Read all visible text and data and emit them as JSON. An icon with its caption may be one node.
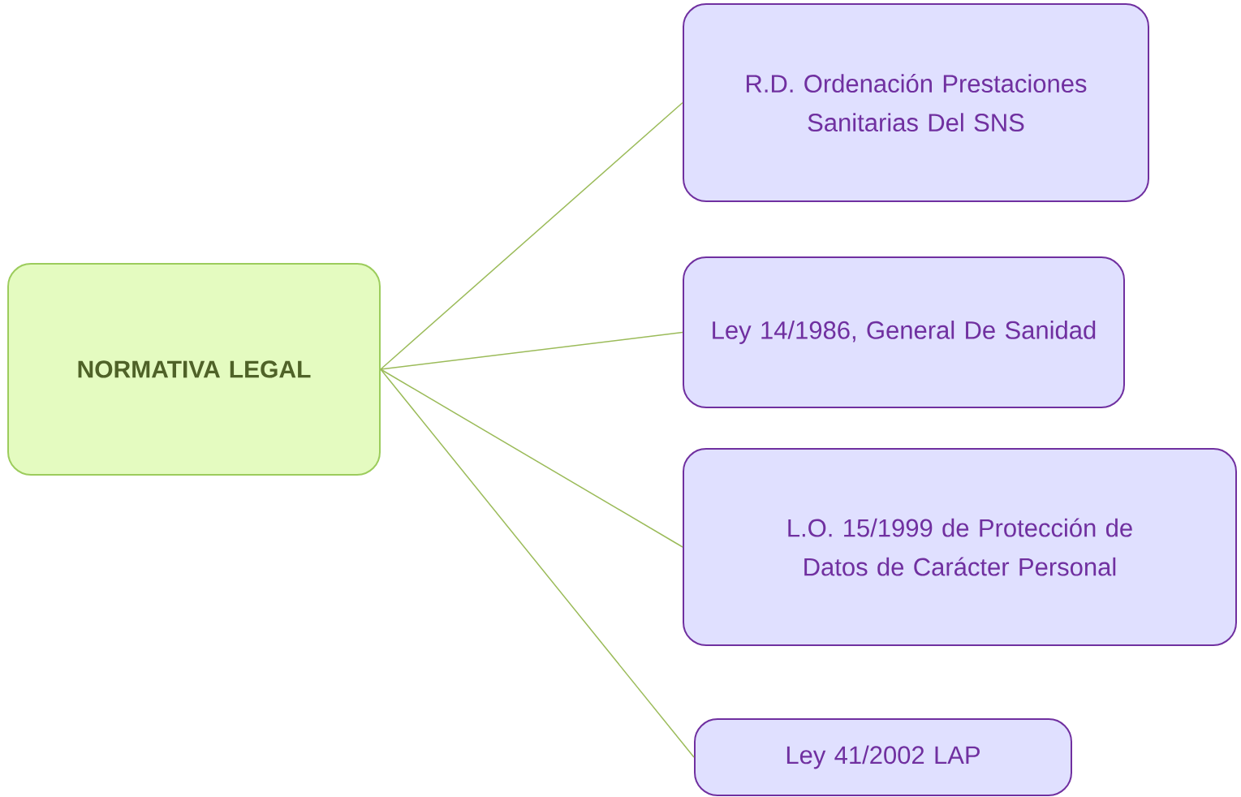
{
  "diagram": {
    "nodes": [
      {
        "text": [
          "NORMATIVA LEGAL"
        ]
      },
      {
        "text": [
          "R.D. Ordenación Prestaciones Sanitarias Del SNS"
        ]
      },
      {
        "text": [
          "Ley 14/1986, General De Sanidad"
        ]
      },
      {
        "text": [
          "L.O. 15/1999 de Protección de Datos de Carácter Personal"
        ]
      },
      {
        "text": [
          "Ley 41/2002 LAP"
        ]
      }
    ],
    "edges": [
      {
        "from": 0,
        "to": 1,
        "arrow": "none"
      },
      {
        "from": 0,
        "to": 2,
        "arrow": "none"
      },
      {
        "from": 0,
        "to": 3,
        "arrow": "none"
      },
      {
        "from": 0,
        "to": 4,
        "arrow": "none"
      }
    ]
  }
}
